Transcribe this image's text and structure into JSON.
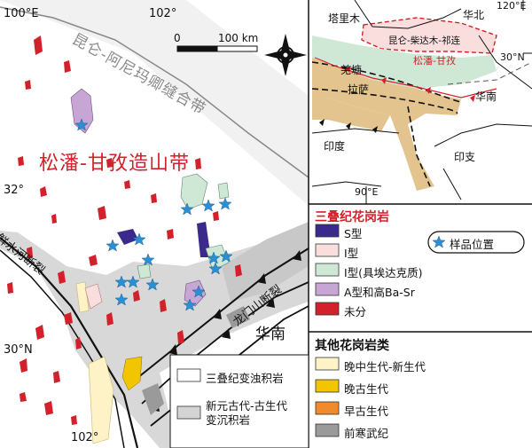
{
  "main_map": {
    "coords": {
      "lon_100": "100°E",
      "lon_102_top": "102°",
      "lon_102_bottom": "102°",
      "lat_32": "32°",
      "lat_30": "30°N"
    },
    "scale": {
      "zero": "0",
      "label": "100 km"
    },
    "labels": {
      "kunlun_suture": "昆仑-阿尼玛卿缝合带",
      "songpan_belt": "松潘-甘孜造山带",
      "xianshuihe_fault": "鲜水河断裂",
      "longmenshan_fault": "龙门山断裂",
      "huanan": "华南"
    }
  },
  "inset_map": {
    "labels": {
      "tarim": "塔里木",
      "huabei": "华北",
      "lon_120": "120°E",
      "lat_30": "30°N",
      "kunlun_qilian": "昆仑-柴达木-祁连",
      "songpan_ganzi": "松潘-甘孜",
      "qiangtang": "羌塘",
      "lhasa": "拉萨",
      "huanan": "华南",
      "india": "印度",
      "indochina": "印支",
      "lon_90": "90°E"
    }
  },
  "legend_triassic": {
    "title": "三叠纪花岗岩",
    "items": [
      {
        "label": "S型",
        "color": "#3b2a8c"
      },
      {
        "label": "I型",
        "color": "#f9dedd"
      },
      {
        "label": "I型(具埃达克质)",
        "color": "#cfe8d6"
      },
      {
        "label": "A型和高Ba-Sr",
        "color": "#c7a6d6"
      },
      {
        "label": "未分",
        "color": "#d3212b"
      }
    ],
    "sample": "样品位置"
  },
  "legend_other": {
    "title": "其他花岗岩类",
    "items": [
      {
        "label": "晚中生代-新生代",
        "color": "#fdf3c7"
      },
      {
        "label": "晚古生代",
        "color": "#f2c500"
      },
      {
        "label": "早古生代",
        "color": "#f08a2c"
      },
      {
        "label": "前寒武纪",
        "color": "#9a9a9a"
      }
    ]
  },
  "legend_rocks": {
    "items": [
      {
        "label": "三叠纪变浊积岩",
        "color": "#ffffff"
      },
      {
        "label": "新元古代-古生代\n变沉积岩",
        "color": "#d4d4d4"
      }
    ]
  }
}
